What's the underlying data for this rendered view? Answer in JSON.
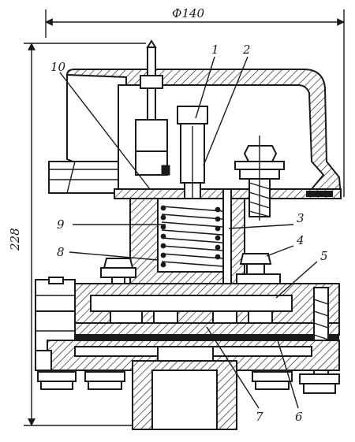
{
  "drawing": {
    "dimensions": {
      "diameter": "Ф140",
      "height": "228"
    },
    "callouts": [
      {
        "id": "1",
        "label": "1"
      },
      {
        "id": "2",
        "label": "2"
      },
      {
        "id": "3",
        "label": "3"
      },
      {
        "id": "4",
        "label": "4"
      },
      {
        "id": "5",
        "label": "5"
      },
      {
        "id": "6",
        "label": "6"
      },
      {
        "id": "7",
        "label": "7"
      },
      {
        "id": "8",
        "label": "8"
      },
      {
        "id": "9",
        "label": "9"
      },
      {
        "id": "10",
        "label": "10"
      }
    ]
  }
}
